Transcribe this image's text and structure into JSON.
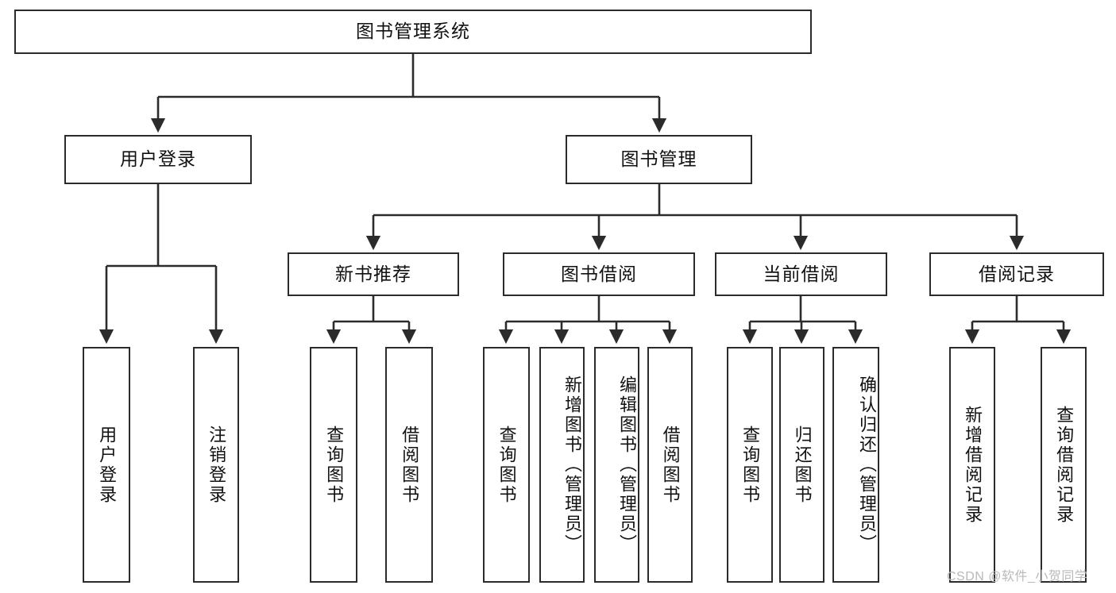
{
  "diagram": {
    "type": "tree-hierarchy",
    "title": "图书管理系统",
    "watermark": "CSDN @软件_小贺同学",
    "colors": {
      "stroke": "#2b2b2b",
      "fill": "#ffffff",
      "text": "#111111",
      "watermark": "#b9b9b9"
    },
    "nodes": {
      "root": {
        "label": "图书管理系统"
      },
      "level2": [
        {
          "id": "user-login",
          "label": "用户登录"
        },
        {
          "id": "book-manage",
          "label": "图书管理"
        }
      ],
      "level3": [
        {
          "id": "new-book-recommend",
          "label": "新书推荐"
        },
        {
          "id": "book-borrow",
          "label": "图书借阅"
        },
        {
          "id": "current-borrow",
          "label": "当前借阅"
        },
        {
          "id": "borrow-record",
          "label": "借阅记录"
        }
      ],
      "leaves": [
        {
          "id": "leaf-user-login",
          "parent": "user-login",
          "label": "用户登录"
        },
        {
          "id": "leaf-logout",
          "parent": "user-login",
          "label": "注销登录"
        },
        {
          "id": "leaf-query-book-1",
          "parent": "new-book-recommend",
          "label": "查询图书"
        },
        {
          "id": "leaf-borrow-book-1",
          "parent": "new-book-recommend",
          "label": "借阅图书"
        },
        {
          "id": "leaf-query-book-2",
          "parent": "book-borrow",
          "label": "查询图书"
        },
        {
          "id": "leaf-add-book",
          "parent": "book-borrow",
          "label": "新增图书（管理员）"
        },
        {
          "id": "leaf-edit-book",
          "parent": "book-borrow",
          "label": "编辑图书（管理员）"
        },
        {
          "id": "leaf-borrow-book-2",
          "parent": "book-borrow",
          "label": "借阅图书"
        },
        {
          "id": "leaf-query-book-3",
          "parent": "current-borrow",
          "label": "查询图书"
        },
        {
          "id": "leaf-return-book",
          "parent": "current-borrow",
          "label": "归还图书"
        },
        {
          "id": "leaf-confirm-return",
          "parent": "current-borrow",
          "label": "确认归还（管理员）"
        },
        {
          "id": "leaf-add-record",
          "parent": "borrow-record",
          "label": "新增借阅记录"
        },
        {
          "id": "leaf-query-record",
          "parent": "borrow-record",
          "label": "查询借阅记录"
        }
      ]
    }
  }
}
